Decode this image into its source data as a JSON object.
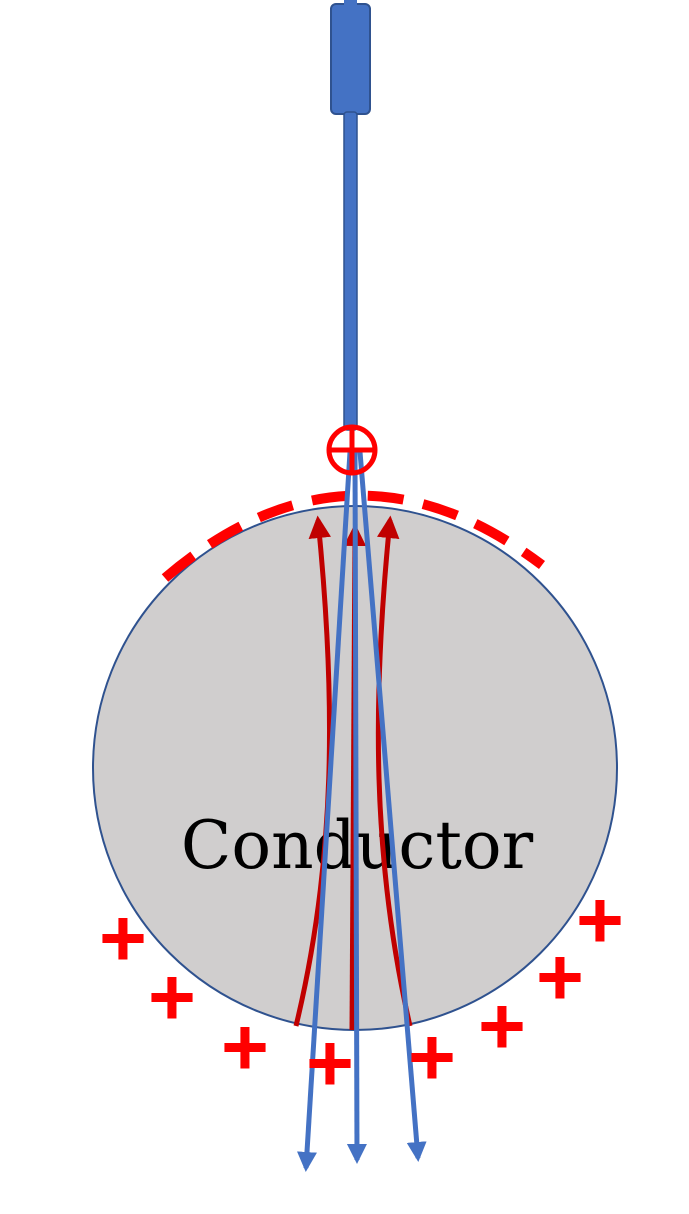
{
  "labels": {
    "conductor": "Conductor",
    "plus_sign": "+"
  },
  "colors": {
    "probe_blue": "#4472C4",
    "probe_outline": "#2F528F",
    "charge_red": "#FF0000",
    "field_red": "#C00000",
    "conductor_fill": "#D0CECE",
    "conductor_outline": "#2F528F"
  },
  "icons": {
    "probe_tip_charge": "circled-plus-icon",
    "induced_negative_charge": "dashed-arc",
    "field_arrow": "arrow-icon"
  },
  "charges": {
    "positive_count": 9,
    "induced_negative_marks": 8
  }
}
